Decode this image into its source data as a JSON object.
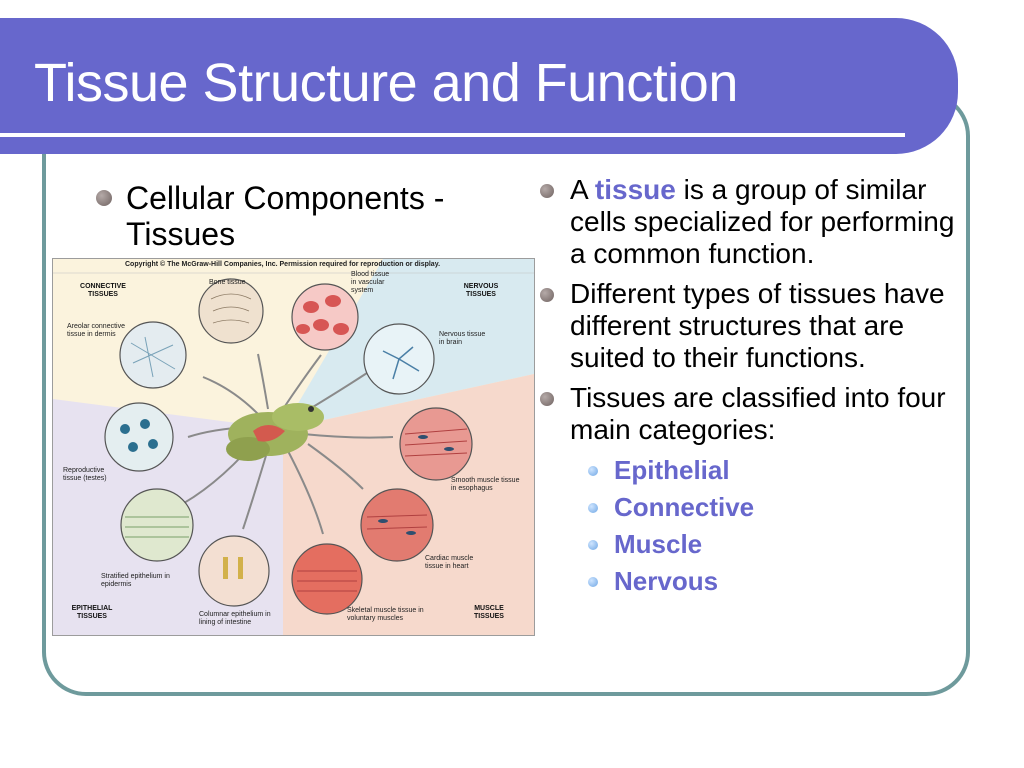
{
  "slide": {
    "title": "Tissue Structure and Function",
    "left": {
      "bullet": "Cellular Components - Tissues",
      "figure": {
        "copyright": "Copyright © The McGraw-Hill Companies, Inc. Permission required for reproduction or display.",
        "categories": {
          "connective": "CONNECTIVE TISSUES",
          "nervous": "NERVOUS TISSUES",
          "epithelial": "EPITHELIAL TISSUES",
          "muscle": "MUSCLE TISSUES"
        },
        "labels": {
          "bone": "Bone tissue",
          "blood": "Blood tissue in vascular system",
          "areolar": "Areolar connective tissue in dermis",
          "nervous": "Nervous tissue in brain",
          "reproductive": "Reproductive tissue (testes)",
          "smooth": "Smooth muscle tissue in esophagus",
          "cardiac": "Cardiac muscle tissue in heart",
          "stratified": "Stratified epithelium in epidermis",
          "columnar": "Columnar epithelium in lining of intestine",
          "skeletal": "Skeletal muscle tissue in voluntary muscles"
        }
      }
    },
    "right": {
      "b1_pre": "A ",
      "b1_term": "tissue",
      "b1_post": " is a group of similar cells specialized for performing a common function.",
      "b2": "Different types of tissues have different structures that are suited to their functions.",
      "b3": "Tissues are classified into four main categories:",
      "categories": [
        "Epithelial",
        "Connective",
        "Muscle",
        "Nervous"
      ]
    },
    "colors": {
      "title_bar": "#6767cc",
      "frame": "#6e9a9c",
      "highlight": "#6767cc",
      "connective_region": "#fbf3dd",
      "nervous_region": "#d8eaf0",
      "epithelial_region": "#e7e2f0",
      "muscle_region": "#f6d9cc"
    }
  }
}
